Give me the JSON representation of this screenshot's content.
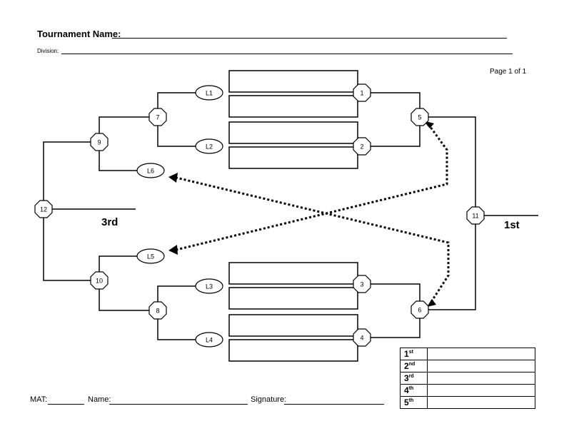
{
  "header": {
    "tournament_label": "Tournament Name:",
    "division_label": "Division:",
    "page": "Page 1 of 1"
  },
  "bracket": {
    "bouts": [
      "1",
      "2",
      "3",
      "4",
      "5",
      "6",
      "7",
      "8",
      "9",
      "10",
      "11",
      "12"
    ],
    "loser_slots": [
      "L1",
      "L2",
      "L3",
      "L4",
      "L5",
      "L6"
    ],
    "third_place": "3rd",
    "first_place": "1st"
  },
  "footer": {
    "mat_label": "MAT:",
    "name_label": "Name:",
    "signature_label": "Signature:"
  },
  "results": [
    {
      "num": "1",
      "suffix": "st"
    },
    {
      "num": "2",
      "suffix": "nd"
    },
    {
      "num": "3",
      "suffix": "rd"
    },
    {
      "num": "4",
      "suffix": "th"
    },
    {
      "num": "5",
      "suffix": "th"
    }
  ]
}
